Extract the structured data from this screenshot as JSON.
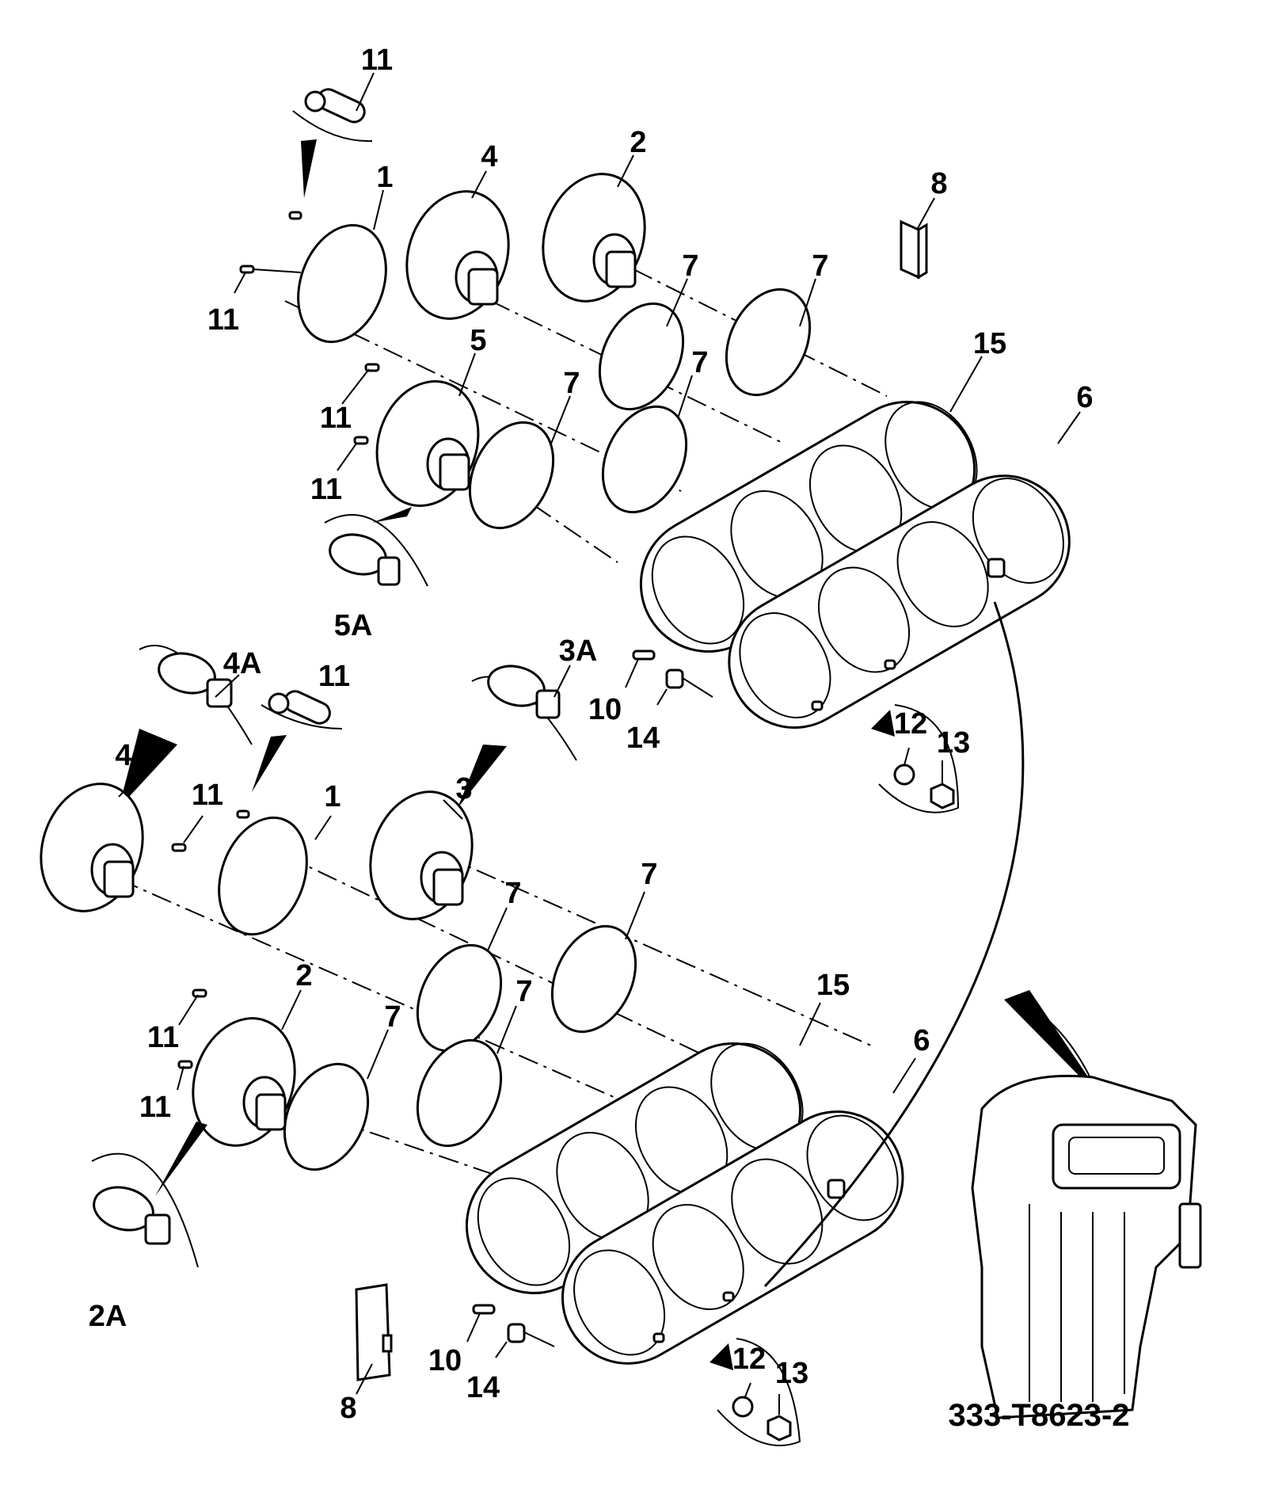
{
  "drawing_code": "333-T8623-2",
  "callouts": {
    "top_11_pin": "11",
    "top_1": "1",
    "top_4": "4",
    "top_2": "2",
    "top_8": "8",
    "top_11_left": "11",
    "top_7_a": "7",
    "top_7_b": "7",
    "top_7_c": "7",
    "top_7_d": "7",
    "top_5": "5",
    "top_15": "15",
    "top_6": "6",
    "top_11_mid_a": "11",
    "top_11_mid_b": "11",
    "top_5A": "5A",
    "top_10": "10",
    "top_14": "14",
    "top_12": "12",
    "top_13": "13",
    "bot_4A": "4A",
    "bot_11_pin": "11",
    "bot_3A": "3A",
    "bot_4": "4",
    "bot_11": "11",
    "bot_1": "1",
    "bot_3": "3",
    "bot_7_a": "7",
    "bot_7_b": "7",
    "bot_7_c": "7",
    "bot_7_d": "7",
    "bot_2": "2",
    "bot_15": "15",
    "bot_6": "6",
    "bot_11_a": "11",
    "bot_11_b": "11",
    "bot_2A": "2A",
    "bot_8": "8",
    "bot_10": "10",
    "bot_14": "14",
    "bot_12": "12",
    "bot_13": "13"
  }
}
